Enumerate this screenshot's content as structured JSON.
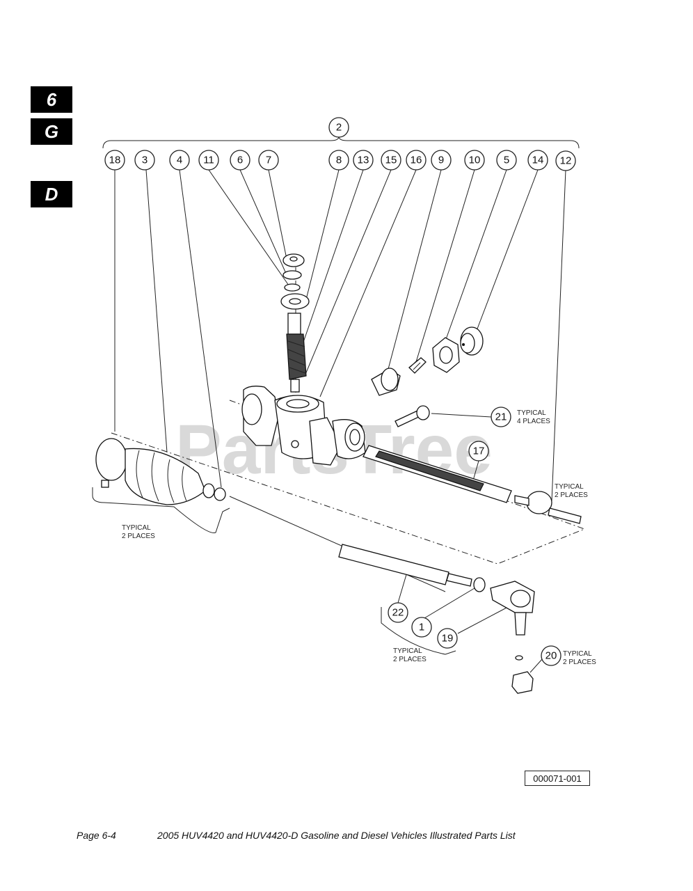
{
  "tabs": [
    "6",
    "G",
    "D"
  ],
  "watermark": "PartsTree",
  "callouts": {
    "n1": "1",
    "n2": "2",
    "n3": "3",
    "n4": "4",
    "n5": "5",
    "n6": "6",
    "n7": "7",
    "n8": "8",
    "n9": "9",
    "n10": "10",
    "n11": "11",
    "n12": "12",
    "n13": "13",
    "n14": "14",
    "n15": "15",
    "n16": "16",
    "n17": "17",
    "n18": "18",
    "n19": "19",
    "n20": "20",
    "n21": "21",
    "n22": "22"
  },
  "notes": {
    "typical": "TYPICAL",
    "two_places": "2 PLACES",
    "four_places": "4 PLACES"
  },
  "drawing_id": "000071-001",
  "footer": {
    "page": "Page 6-4",
    "title": "2005 HUV4420 and HUV4420-D Gasoline and Diesel Vehicles Illustrated Parts List"
  }
}
